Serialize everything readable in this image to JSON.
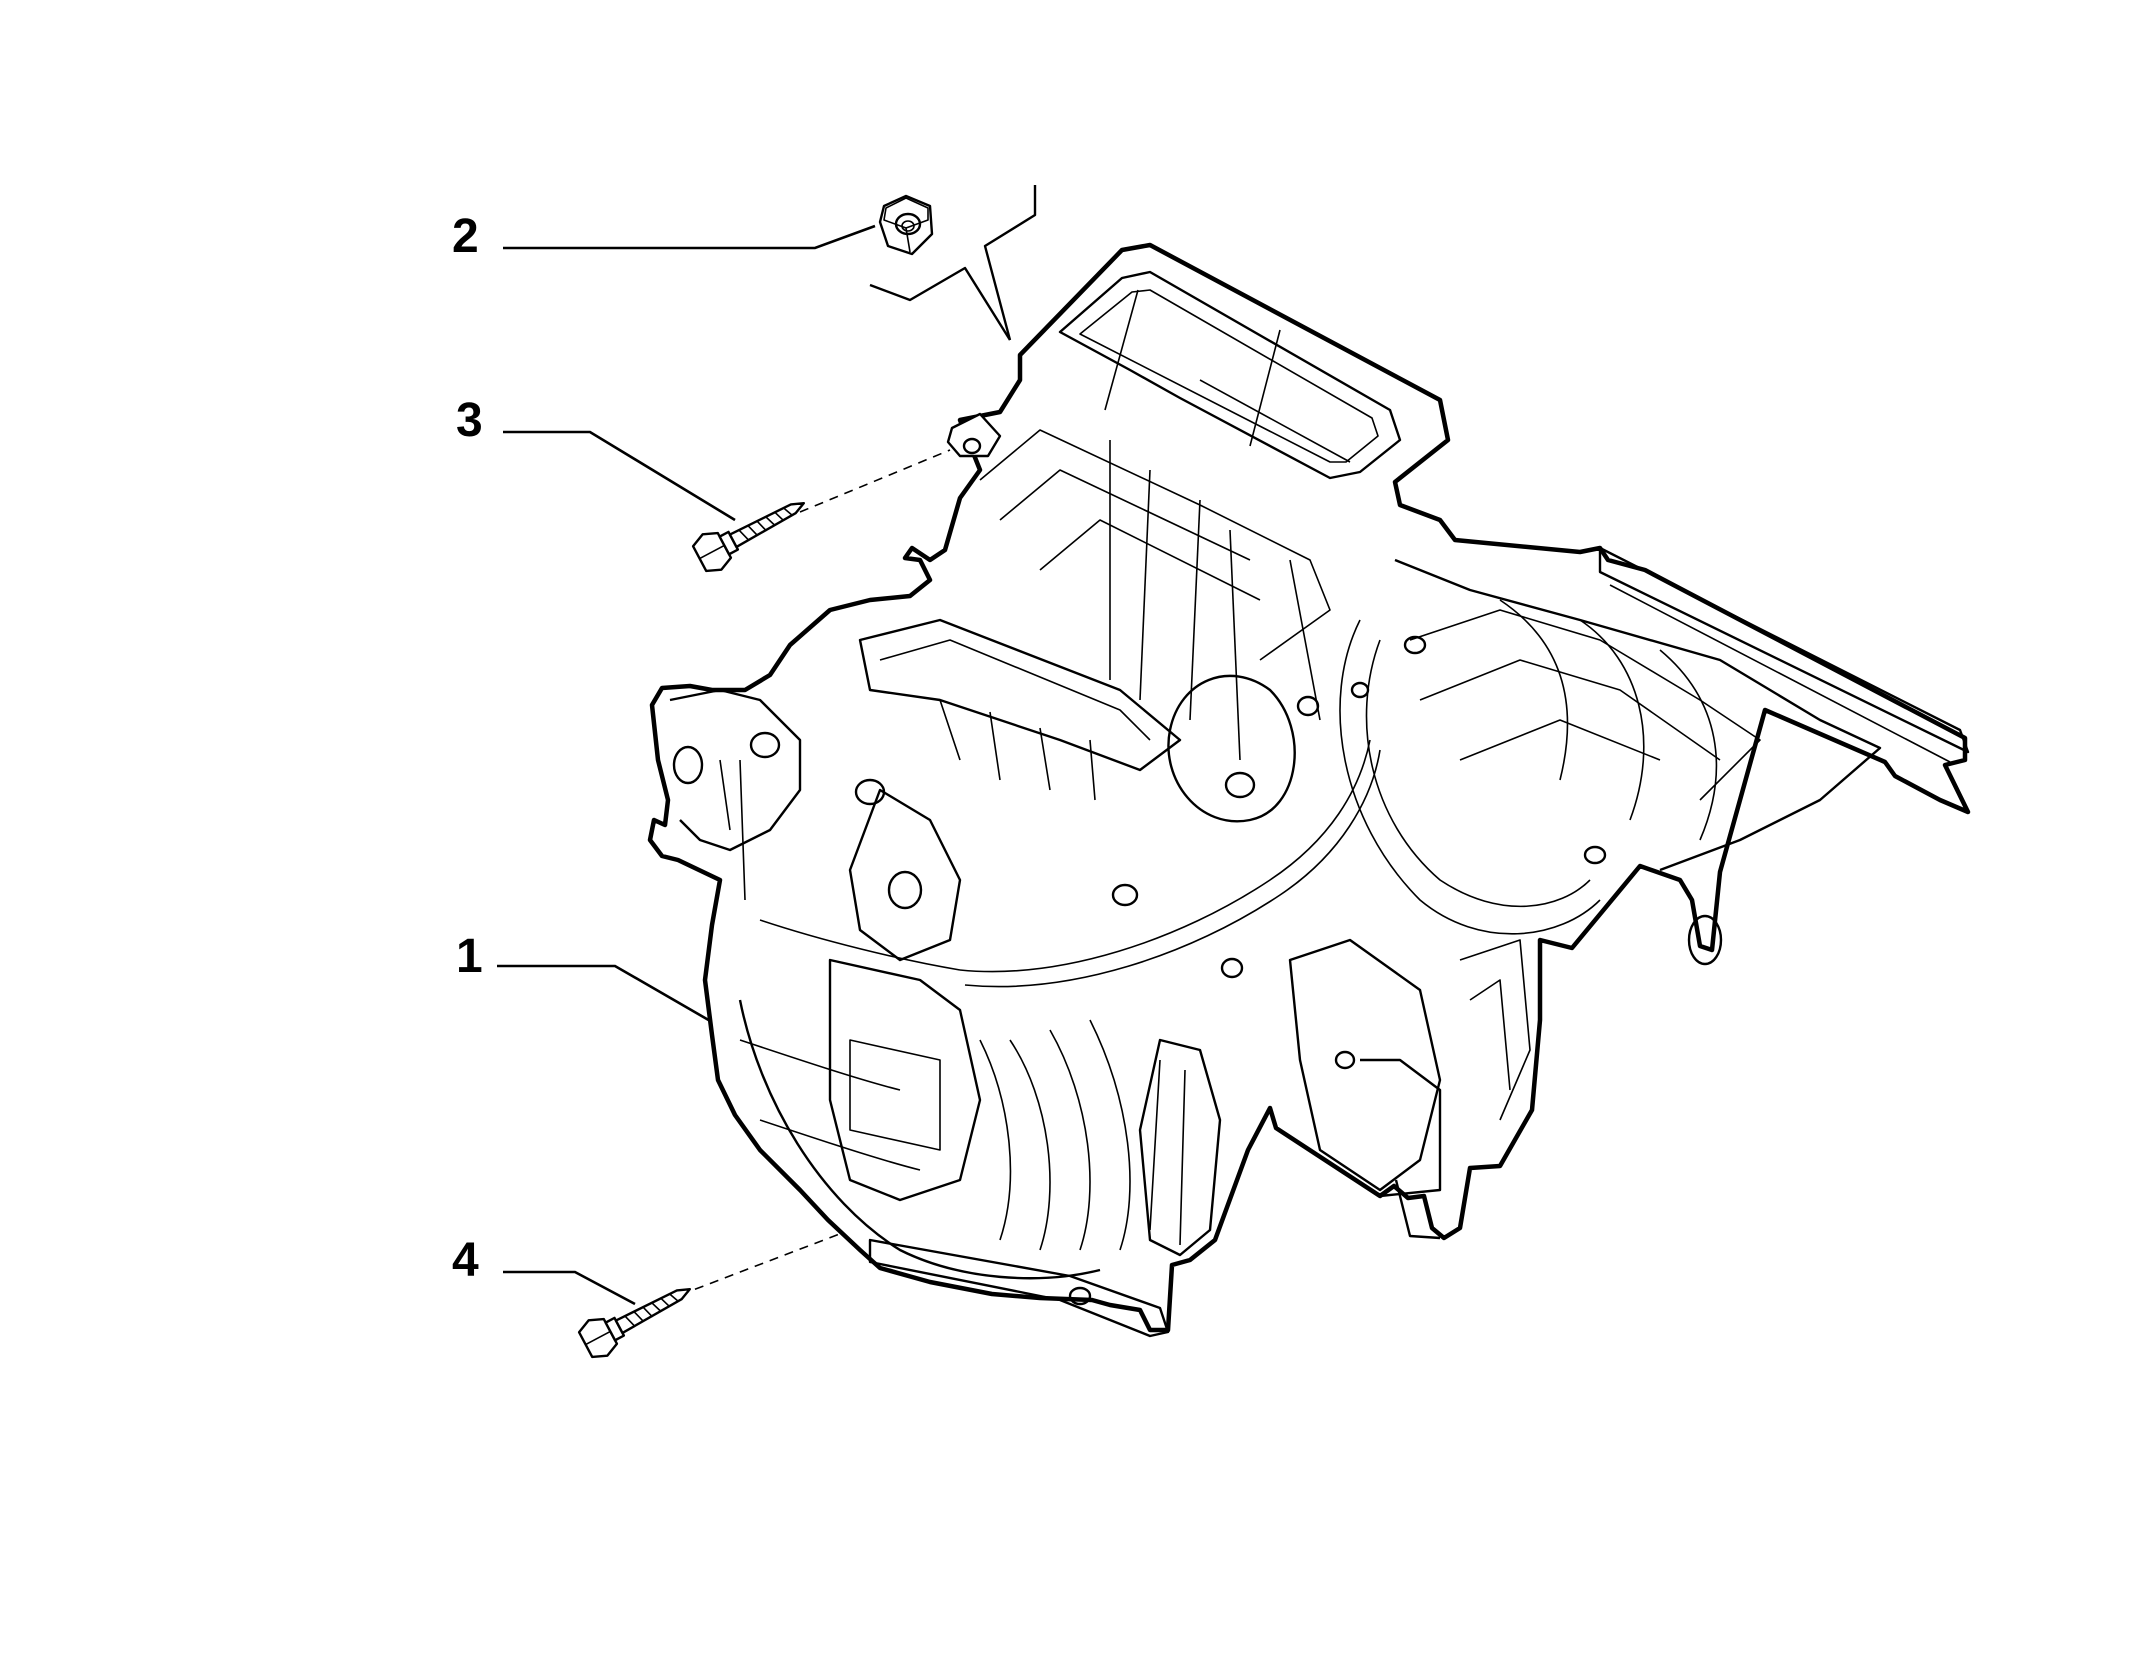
{
  "callouts": [
    {
      "id": "1",
      "label": "1"
    },
    {
      "id": "2",
      "label": "2"
    },
    {
      "id": "3",
      "label": "3"
    },
    {
      "id": "4",
      "label": "4"
    }
  ],
  "icons": {
    "assembly": "hvac-heater-blower-housing-icon",
    "nut": "hex-nut-icon",
    "screw": "hex-head-screw-icon"
  },
  "colors": {
    "line": "#000000",
    "background": "#ffffff"
  }
}
